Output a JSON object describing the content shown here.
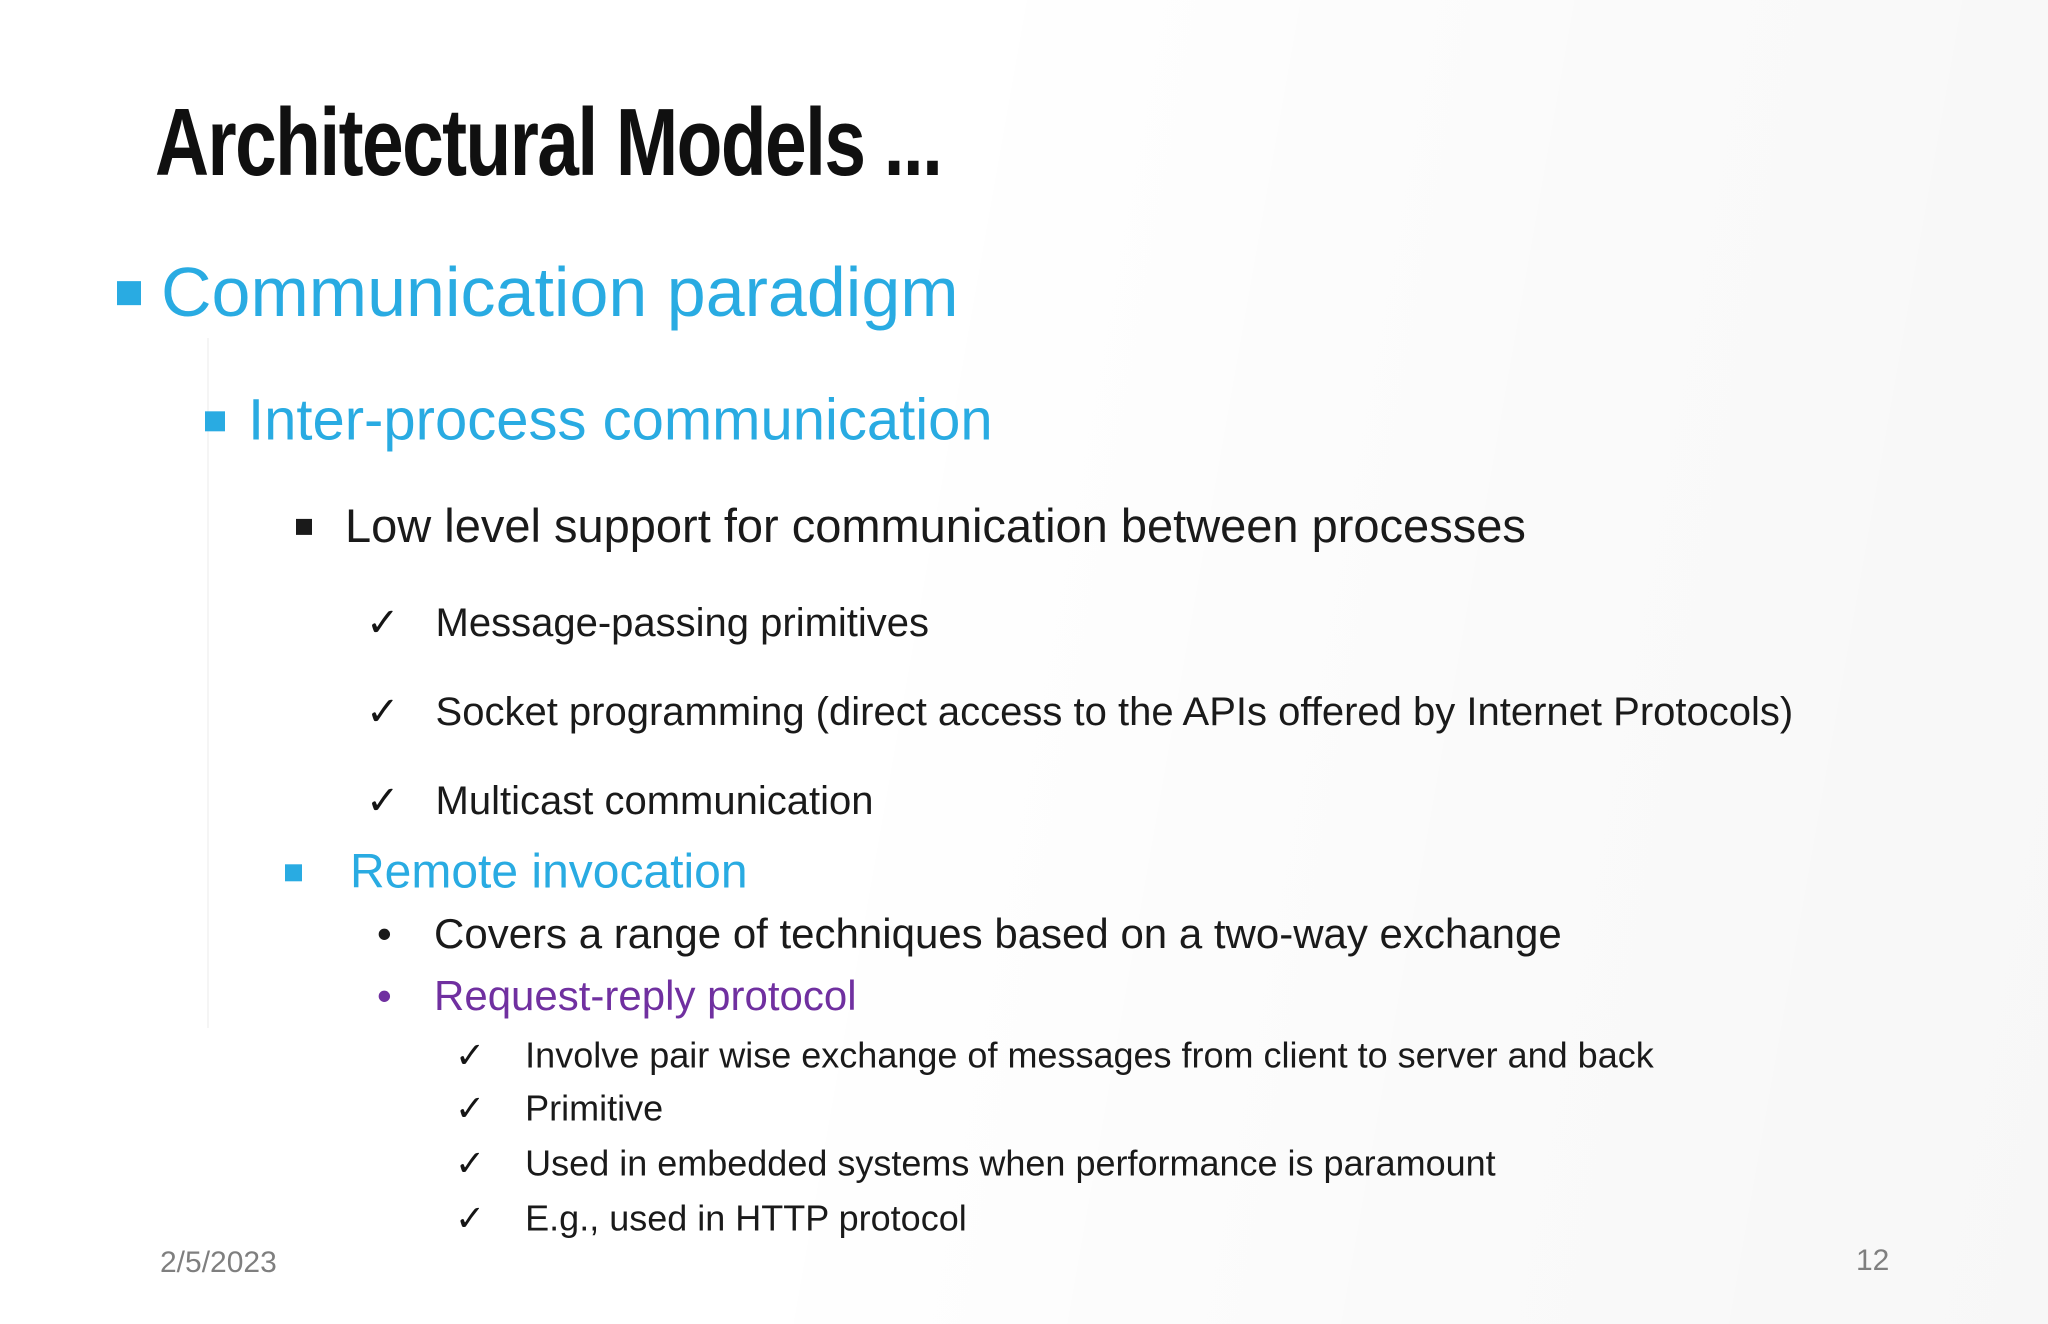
{
  "slide": {
    "title": "Architectural Models ...",
    "lines": {
      "communication": {
        "text": "Communication paradigm"
      },
      "interprocess": {
        "text": "Inter-process communication"
      },
      "lowlevel": {
        "text": "Low level support for communication between processes"
      },
      "check_message": {
        "text": "Message-passing primitives"
      },
      "check_socket": {
        "text": "Socket programming (direct access to the APIs offered by Internet Protocols)"
      },
      "check_multicast": {
        "text": "Multicast communication"
      },
      "remote": {
        "text": "Remote invocation"
      },
      "covers": {
        "text": "Covers a range of techniques based on a two-way exchange"
      },
      "request": {
        "text": "Request-reply protocol"
      },
      "check_involve": {
        "text": "Involve pair wise exchange of messages from client to server and back"
      },
      "check_primitive": {
        "text": "Primitive"
      },
      "check_embedded": {
        "text": "Used in embedded systems when performance is paramount"
      },
      "check_http": {
        "text": "E.g., used in HTTP protocol"
      }
    },
    "glyphs": {
      "check": "✓",
      "dot": "•"
    },
    "footer": {
      "date": "2/5/2023",
      "page_number": "12"
    },
    "colors": {
      "accent_blue": "#29ABE2",
      "accent_purple": "#7030A0",
      "text_black": "#1A1A1A",
      "footer_gray": "#7F7F7F"
    }
  }
}
